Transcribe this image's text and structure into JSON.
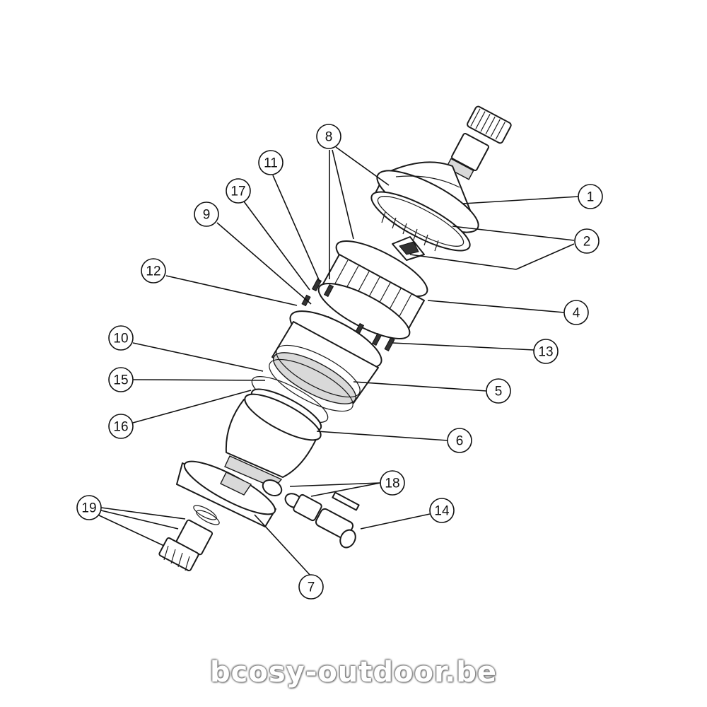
{
  "callouts": [
    "1",
    "2",
    "4",
    "5",
    "6",
    "7",
    "8",
    "9",
    "10",
    "11",
    "12",
    "13",
    "14",
    "15",
    "16",
    "17",
    "18",
    "19"
  ],
  "watermark": "bcosy-outdoor.be",
  "colors": {
    "line": "#111111",
    "background": "#ffffff"
  }
}
